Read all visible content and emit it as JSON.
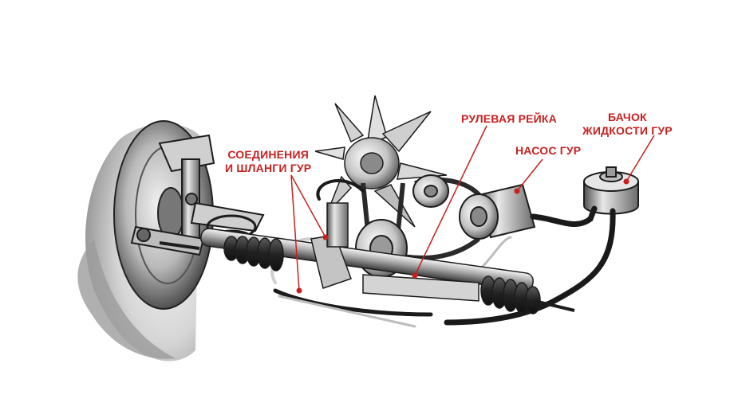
{
  "labels": {
    "connections": {
      "line1": "СОЕДИНЕНИЯ",
      "line2": "И ШЛАНГИ ГУР"
    },
    "steering_rack": "РУЛЕВАЯ РЕЙКА",
    "pump": "НАСОС ГУР",
    "reservoir": {
      "line1": "БАЧОК",
      "line2": "ЖИДКОСТИ ГУР"
    }
  },
  "colors": {
    "label": "#c8201e",
    "leader": "#c8201e",
    "ink": "#1c1c1c",
    "metal": "#8a8a8a"
  }
}
